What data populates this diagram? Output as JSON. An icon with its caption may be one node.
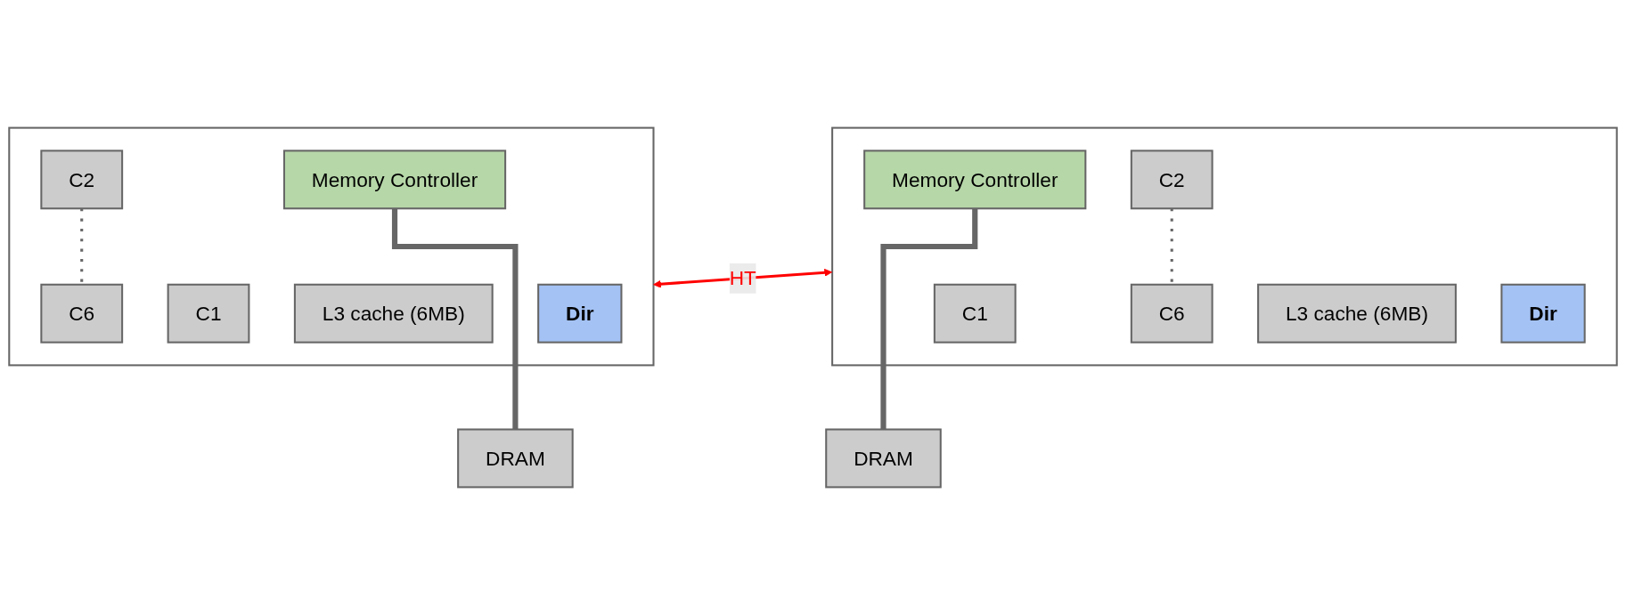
{
  "diagram": {
    "nodes": [
      {
        "text": [],
        "shape": "box"
      },
      {
        "text": [
          "C1"
        ],
        "in": 0
      },
      {
        "text": [
          "C2"
        ],
        "in": 0
      },
      {
        "text": [
          "C6"
        ],
        "in": 0
      },
      {
        "text": [
          "L3 cache (6MB)"
        ],
        "in": 0
      },
      {
        "text": [
          "Dir"
        ],
        "in": 0
      },
      {
        "text": [
          "Memory Controller"
        ],
        "in": 0
      },
      {
        "text": [
          "DRAM"
        ]
      },
      {
        "text": [],
        "shape": "box"
      },
      {
        "text": [
          "C1"
        ],
        "in": 8
      },
      {
        "text": [
          "C2"
        ],
        "in": 8
      },
      {
        "text": [
          "C6"
        ],
        "in": 8
      },
      {
        "text": [
          "L3 cache (6MB)"
        ],
        "in": 8
      },
      {
        "text": [
          "Dir"
        ],
        "in": 8
      },
      {
        "text": [
          "Memory Controller"
        ],
        "in": 8
      },
      {
        "text": [
          "DRAM"
        ]
      }
    ],
    "edges": [
      {
        "from": 2,
        "to": 3,
        "arrow": "none",
        "style": "dashed"
      },
      {
        "from": 0,
        "to": 8,
        "arrow": "both",
        "label": "HT",
        "color": "#ff0000"
      },
      {
        "from": 10,
        "to": 11,
        "arrow": "none",
        "style": "dashed"
      },
      {
        "from": 6,
        "to": 7,
        "arrow": "none",
        "style": "thick"
      },
      {
        "from": 14,
        "to": 15,
        "arrow": "none",
        "style": "thick"
      }
    ]
  }
}
